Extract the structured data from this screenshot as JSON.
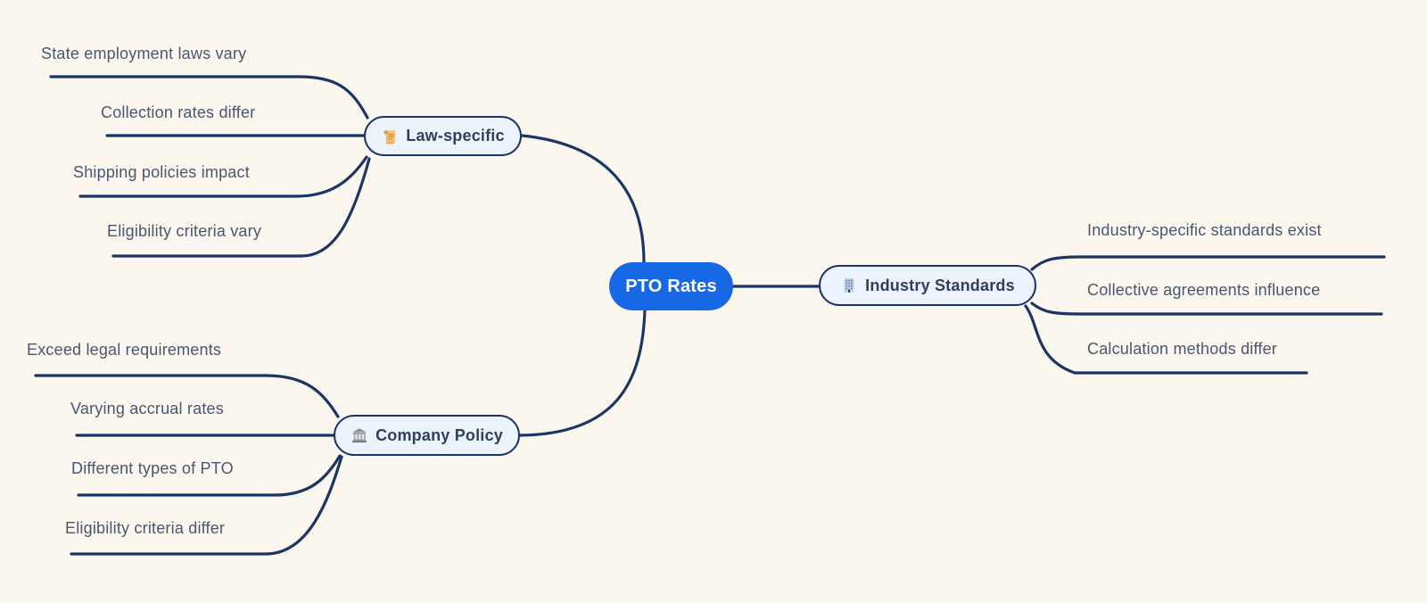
{
  "colors": {
    "background": "#FBF7EF",
    "line": "#1B3565",
    "center_fill": "#1768E5",
    "center_text": "#FFFFFF",
    "branch_fill": "#EDF3FC",
    "branch_border": "#1B3565",
    "branch_text": "#2F3F5C",
    "leaf_text": "#4A5670"
  },
  "center": {
    "label": "PTO Rates"
  },
  "branches": [
    {
      "label": "Law-specific",
      "icon": "scroll-icon",
      "leaves": [
        "State employment laws vary",
        "Collection rates differ",
        "Shipping policies impact",
        "Eligibility criteria vary"
      ]
    },
    {
      "label": "Company Policy",
      "icon": "bank-icon",
      "leaves": [
        "Exceed legal requirements",
        "Varying accrual rates",
        "Different types of PTO",
        "Eligibility criteria differ"
      ]
    },
    {
      "label": "Industry Standards",
      "icon": "office-building-icon",
      "leaves": [
        "Industry-specific standards exist",
        "Collective agreements influence",
        "Calculation methods differ"
      ]
    }
  ]
}
